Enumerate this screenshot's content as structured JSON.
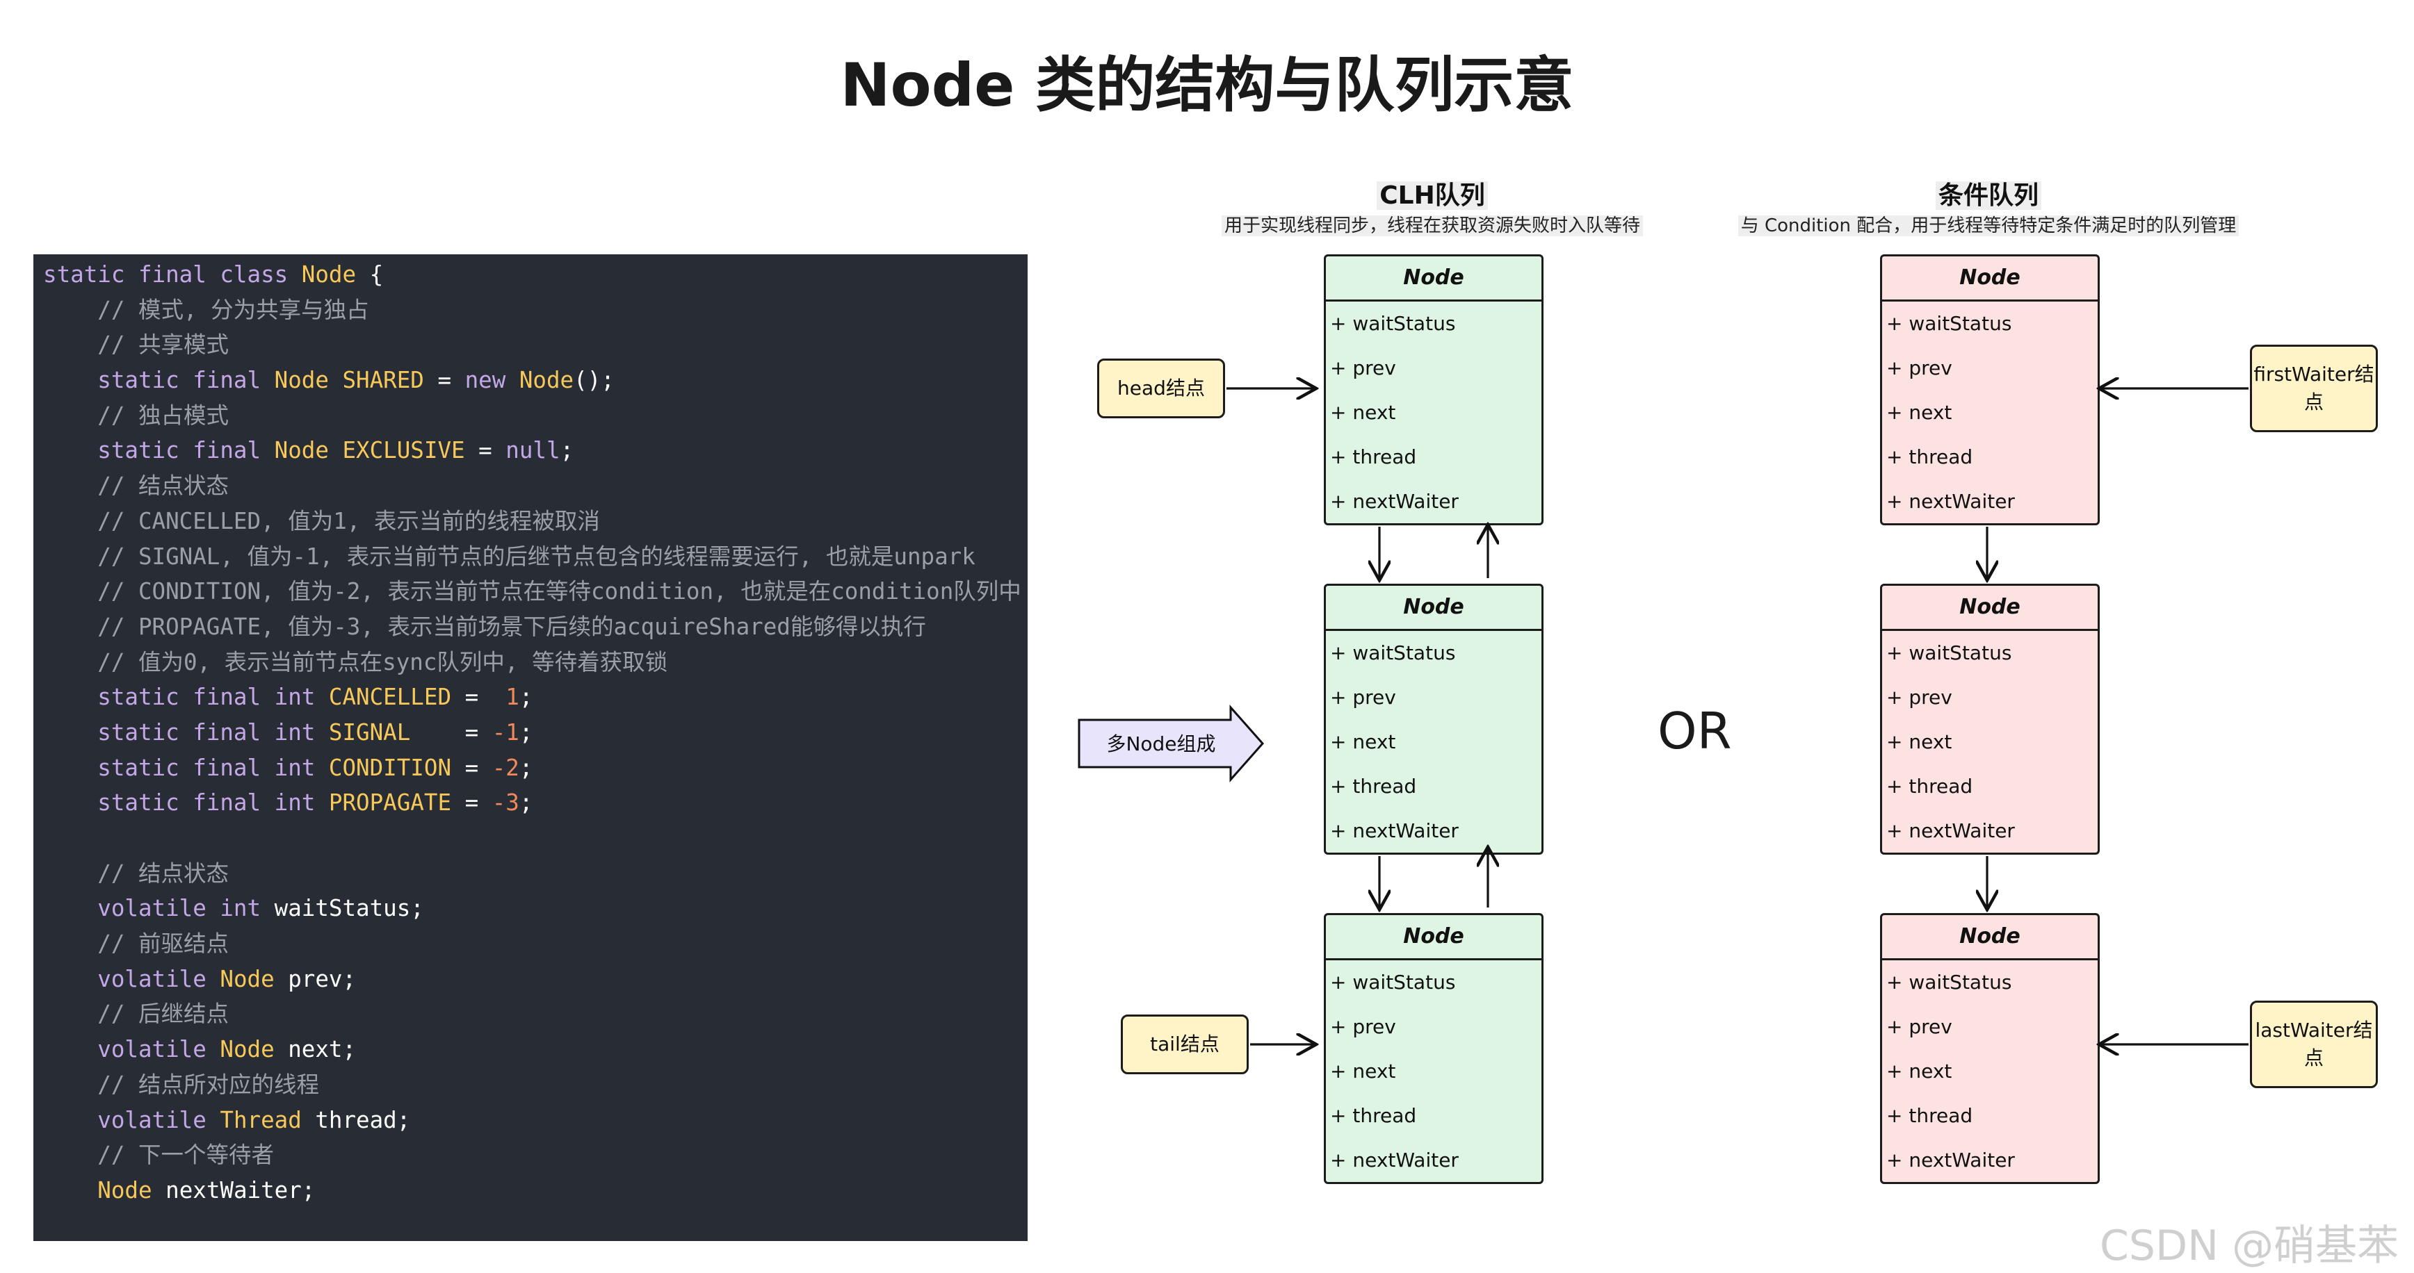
{
  "title": "Node 类的结构与队列示意",
  "code_panel": {
    "lines": [
      [
        {
          "t": "static final class ",
          "c": "kw"
        },
        {
          "t": "Node",
          "c": "ty"
        },
        {
          "t": " {",
          "c": ""
        }
      ],
      [
        {
          "t": "    // 模式, 分为共享与独占",
          "c": "cm"
        }
      ],
      [
        {
          "t": "    // 共享模式",
          "c": "cm"
        }
      ],
      [
        {
          "t": "    static final ",
          "c": "kw"
        },
        {
          "t": "Node SHARED",
          "c": "ty"
        },
        {
          "t": " = ",
          "c": ""
        },
        {
          "t": "new ",
          "c": "kw"
        },
        {
          "t": "Node",
          "c": "ty"
        },
        {
          "t": "();",
          "c": ""
        }
      ],
      [
        {
          "t": "    // 独占模式",
          "c": "cm"
        }
      ],
      [
        {
          "t": "    static final ",
          "c": "kw"
        },
        {
          "t": "Node EXCLUSIVE",
          "c": "ty"
        },
        {
          "t": " = ",
          "c": ""
        },
        {
          "t": "null",
          "c": "kw"
        },
        {
          "t": ";",
          "c": ""
        }
      ],
      [
        {
          "t": "    // 结点状态",
          "c": "cm"
        }
      ],
      [
        {
          "t": "    // CANCELLED, 值为1, 表示当前的线程被取消",
          "c": "cm"
        }
      ],
      [
        {
          "t": "    // SIGNAL, 值为-1, 表示当前节点的后继节点包含的线程需要运行, 也就是unpark",
          "c": "cm"
        }
      ],
      [
        {
          "t": "    // CONDITION, 值为-2, 表示当前节点在等待condition, 也就是在condition队列中",
          "c": "cm"
        }
      ],
      [
        {
          "t": "    // PROPAGATE, 值为-3, 表示当前场景下后续的acquireShared能够得以执行",
          "c": "cm"
        }
      ],
      [
        {
          "t": "    // 值为0, 表示当前节点在sync队列中, 等待着获取锁",
          "c": "cm"
        }
      ],
      [
        {
          "t": "    static final int ",
          "c": "kw"
        },
        {
          "t": "CANCELLED",
          "c": "ty"
        },
        {
          "t": " =  ",
          "c": ""
        },
        {
          "t": "1",
          "c": "nm"
        },
        {
          "t": ";",
          "c": ""
        }
      ],
      [
        {
          "t": "    static final int ",
          "c": "kw"
        },
        {
          "t": "SIGNAL",
          "c": "ty"
        },
        {
          "t": "    = ",
          "c": ""
        },
        {
          "t": "-1",
          "c": "nm"
        },
        {
          "t": ";",
          "c": ""
        }
      ],
      [
        {
          "t": "    static final int ",
          "c": "kw"
        },
        {
          "t": "CONDITION",
          "c": "ty"
        },
        {
          "t": " = ",
          "c": ""
        },
        {
          "t": "-2",
          "c": "nm"
        },
        {
          "t": ";",
          "c": ""
        }
      ],
      [
        {
          "t": "    static final int ",
          "c": "kw"
        },
        {
          "t": "PROPAGATE",
          "c": "ty"
        },
        {
          "t": " = ",
          "c": ""
        },
        {
          "t": "-3",
          "c": "nm"
        },
        {
          "t": ";",
          "c": ""
        }
      ],
      [
        {
          "t": "",
          "c": ""
        }
      ],
      [
        {
          "t": "    // 结点状态",
          "c": "cm"
        }
      ],
      [
        {
          "t": "    volatile int ",
          "c": "kw"
        },
        {
          "t": "waitStatus;",
          "c": ""
        }
      ],
      [
        {
          "t": "    // 前驱结点",
          "c": "cm"
        }
      ],
      [
        {
          "t": "    volatile ",
          "c": "kw"
        },
        {
          "t": "Node",
          "c": "ty"
        },
        {
          "t": " prev;",
          "c": ""
        }
      ],
      [
        {
          "t": "    // 后继结点",
          "c": "cm"
        }
      ],
      [
        {
          "t": "    volatile ",
          "c": "kw"
        },
        {
          "t": "Node",
          "c": "ty"
        },
        {
          "t": " next;",
          "c": ""
        }
      ],
      [
        {
          "t": "    // 结点所对应的线程",
          "c": "cm"
        }
      ],
      [
        {
          "t": "    volatile ",
          "c": "kw"
        },
        {
          "t": "Thread",
          "c": "ty"
        },
        {
          "t": " thread;",
          "c": ""
        }
      ],
      [
        {
          "t": "    // 下一个等待者",
          "c": "cm"
        }
      ],
      [
        {
          "t": "    ",
          "c": ""
        },
        {
          "t": "Node",
          "c": "ty"
        },
        {
          "t": " nextWaiter;",
          "c": ""
        }
      ]
    ]
  },
  "clh": {
    "title": "CLH队列",
    "subtitle": "用于实现线程同步，线程在获取资源失败时入队等待",
    "head_label": "head结点",
    "tail_label": "tail结点",
    "multi_label": "多Node组成"
  },
  "condition": {
    "title": "条件队列",
    "subtitle": "与 Condition 配合，用于线程等待特定条件满足时的队列管理",
    "first_label": "firstWaiter结\n点",
    "last_label": "lastWaiter结\n点"
  },
  "node": {
    "header": "Node",
    "fields": [
      "+ waitStatus",
      "+ prev",
      "+ next",
      "+ thread",
      "+ nextWaiter"
    ]
  },
  "or_text": "OR",
  "watermark": "CSDN @硝基苯",
  "colors": {
    "clh_node_fill": "#dff5e3",
    "cond_node_fill": "#fde2e2",
    "label_fill": "#fff3c8",
    "multi_arrow_fill": "#e8e4fb",
    "code_bg": "#282c34"
  }
}
